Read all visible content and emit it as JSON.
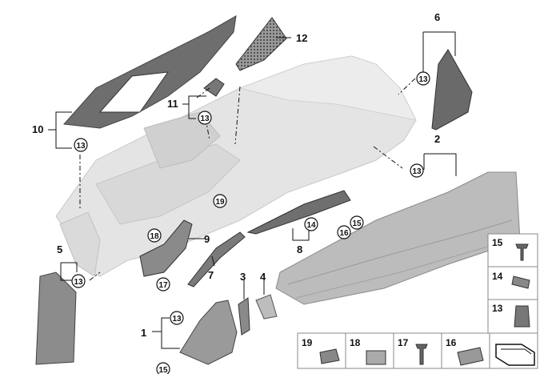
{
  "diagram": {
    "part_labels": {
      "p1": "1",
      "p2": "2",
      "p3": "3",
      "p4": "4",
      "p5": "5",
      "p6": "6",
      "p7": "7",
      "p8": "8",
      "p9": "9",
      "p10": "10",
      "p11": "11",
      "p12": "12"
    },
    "callouts": {
      "c13_dash": "13",
      "c13_11": "13",
      "c13_10": "13",
      "c13_6": "13",
      "c13_2": "13",
      "c13_5": "13",
      "c13_1": "13",
      "c14": "14",
      "c15": "15",
      "c16": "16",
      "c17": "17",
      "c18": "18",
      "c19": "19",
      "c15_cut": "15"
    },
    "legend": {
      "side": [
        "15",
        "14",
        "13"
      ],
      "bottom": [
        "19",
        "18",
        "17",
        "16"
      ]
    }
  }
}
